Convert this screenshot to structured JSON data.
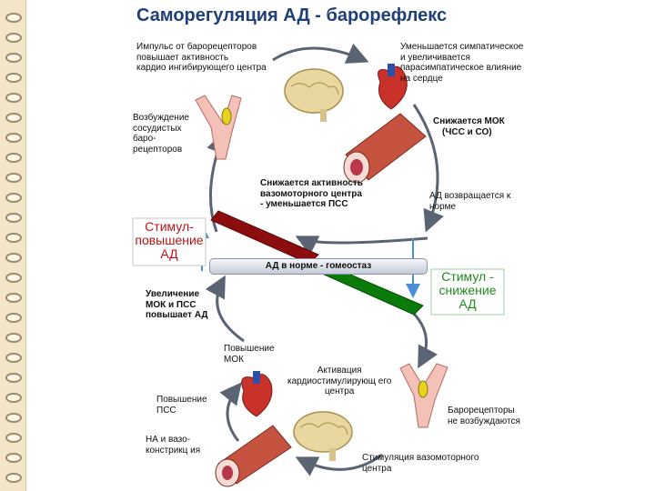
{
  "title": "Саморегуляция АД - барорефлекс",
  "labels": {
    "impulse": [
      "Импульс от барорецепторов",
      "повышает активность",
      "кардио ингибирующего  центра"
    ],
    "sympathetic": [
      "Уменьшается симпатическое",
      "и увеличивается",
      "парасимпатическое влияние",
      "на сердце"
    ],
    "excitation": [
      "Возбуждение",
      "сосудистых",
      "баро-",
      "рецепторов"
    ],
    "mok_down": [
      "Снижается МОК",
      "(ЧСС и СО)"
    ],
    "vasomotor_down": [
      "Снижается активность",
      "вазомоторного центра",
      "- уменьшается ПСС"
    ],
    "return": [
      "АД возвращается к",
      "норме"
    ],
    "increase": [
      "Увеличение",
      "МОК и ПСС",
      "повышает АД"
    ],
    "mok_up": [
      "Повышение",
      "МОК"
    ],
    "activation": [
      "Активация",
      "кардиостимулирующ его",
      "центра"
    ],
    "pss_up": [
      "Повышение",
      "ПСС"
    ],
    "not_excited": [
      "Барорецепторы",
      "не возбуждаются"
    ],
    "na": [
      "НА и вазо-",
      "констрикц ия"
    ],
    "stimulation": [
      "Стимуляция вазомоторного",
      "центра"
    ]
  },
  "bar_text": "АД в норме - гомеостаз",
  "stimulus_up": [
    "Стимул-",
    "повышение",
    "АД"
  ],
  "stimulus_down": [
    "Стимул -",
    "снижение",
    "АД"
  ],
  "colors": {
    "title": "#1f3f7a",
    "stimulus_up": "#b8141a",
    "stimulus_down": "#1f8a1f",
    "red_bar": "#8b0d0d",
    "green_bar": "#0a7a0a",
    "arrow": "#5a6472",
    "blue_arrow": "#4a90d9"
  }
}
